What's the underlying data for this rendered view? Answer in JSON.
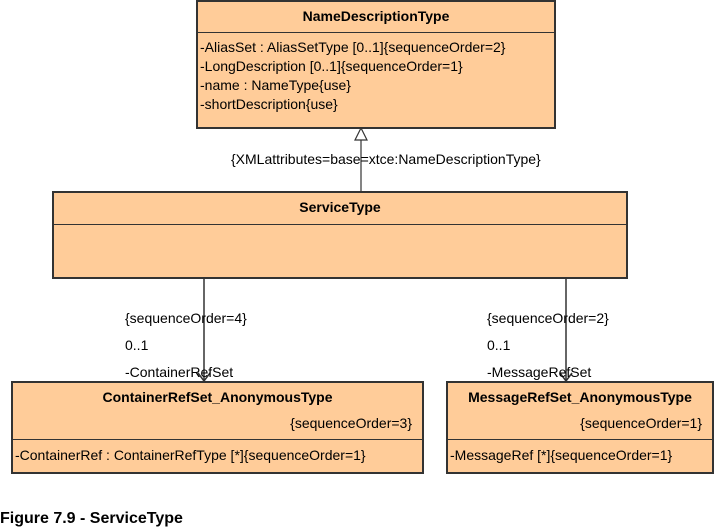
{
  "name_description_type": {
    "title": "NameDescriptionType",
    "attributes": [
      "-AliasSet : AliasSetType [0..1]{sequenceOrder=2}",
      "-LongDescription [0..1]{sequenceOrder=1}",
      "-name : NameType{use}",
      "-shortDescription{use}"
    ]
  },
  "generalization_label": "{XMLattributes=base=xtce:NameDescriptionType}",
  "service_type": {
    "title": "ServiceType"
  },
  "left_assoc": {
    "order": "{sequenceOrder=4}",
    "multiplicity": "0..1",
    "role": "-ContainerRefSet"
  },
  "right_assoc": {
    "order": "{sequenceOrder=2}",
    "multiplicity": "0..1",
    "role": "-MessageRefSet"
  },
  "container_ref_set": {
    "title": "ContainerRefSet_AnonymousType",
    "constraint": "{sequenceOrder=3}",
    "attribute": "-ContainerRef : ContainerRefType [*]{sequenceOrder=1}"
  },
  "message_ref_set": {
    "title": "MessageRefSet_AnonymousType",
    "constraint": "{sequenceOrder=1}",
    "attribute": "-MessageRef [*]{sequenceOrder=1}"
  },
  "caption": "Figure 7.9 - ServiceType"
}
